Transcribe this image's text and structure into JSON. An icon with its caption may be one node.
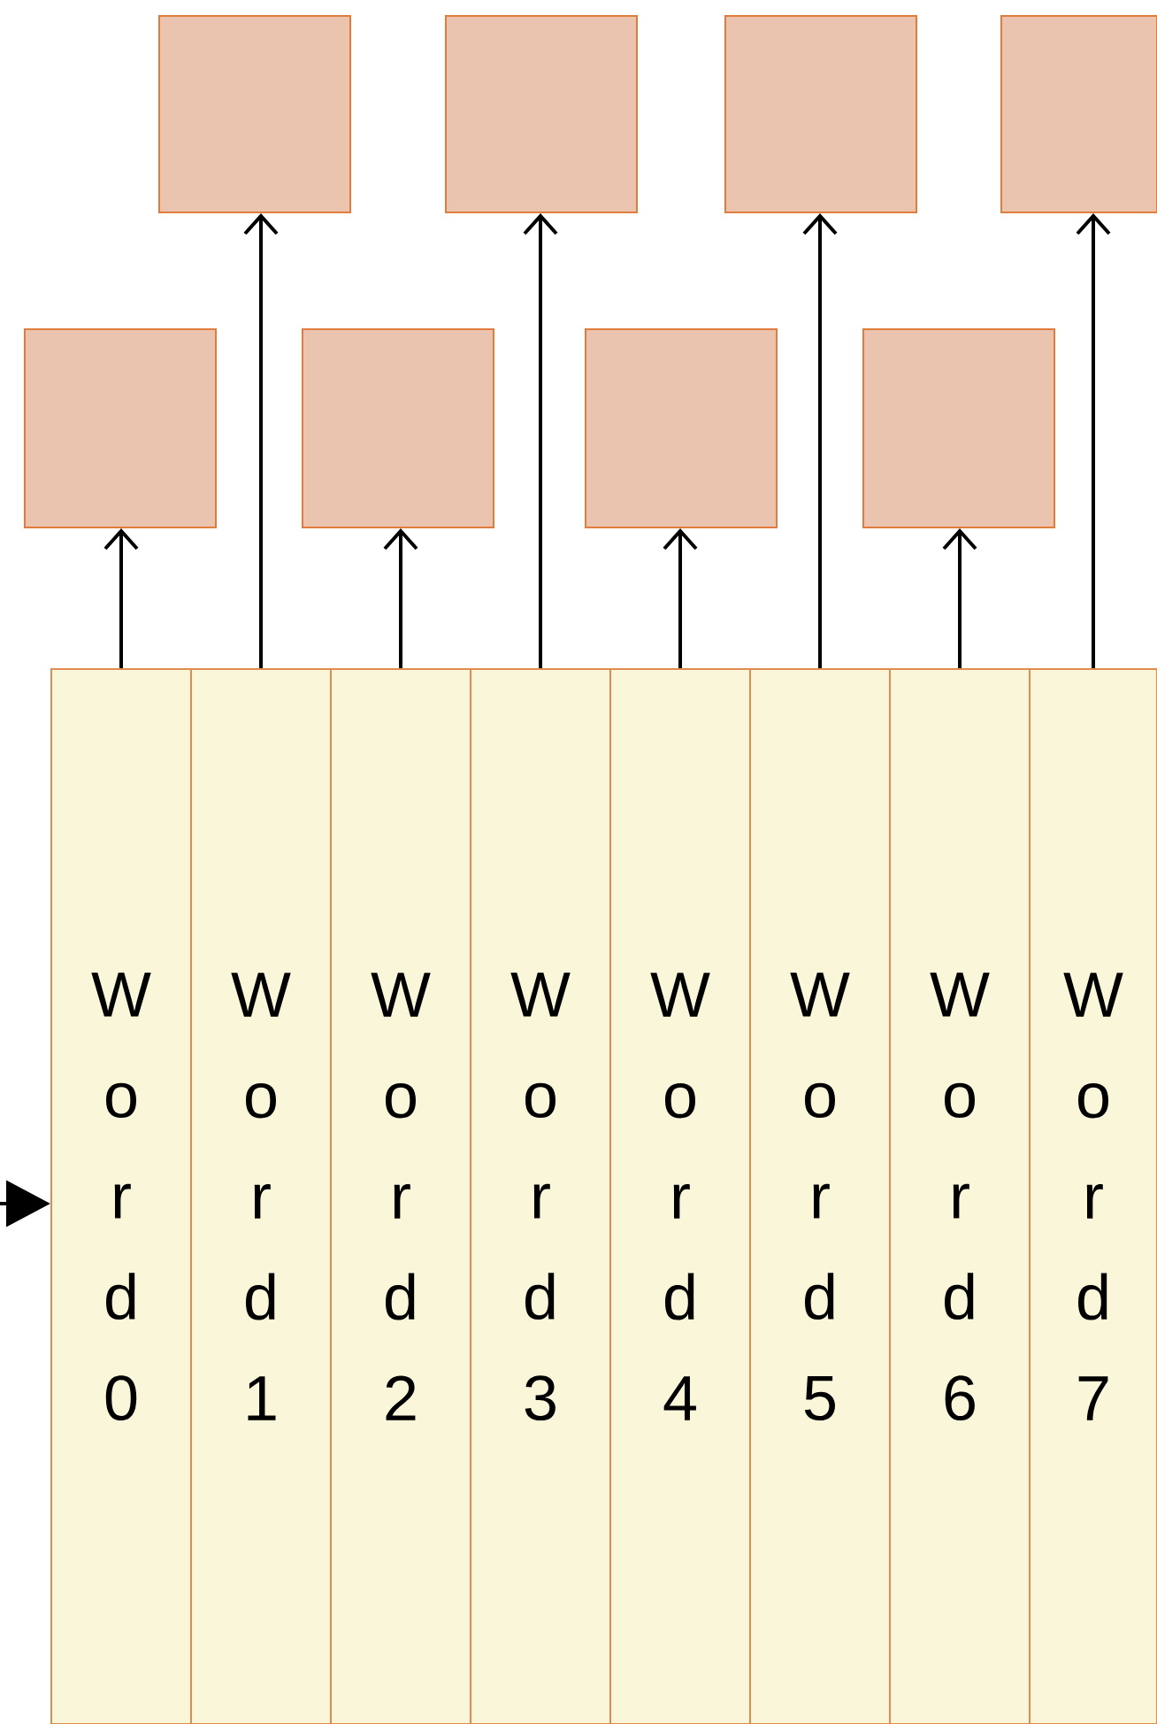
{
  "diagram": {
    "nodes": [
      {
        "text": [],
        "shape": "box"
      },
      {
        "text": [],
        "shape": "box"
      },
      {
        "text": [],
        "shape": "box"
      },
      {
        "text": [],
        "shape": "box"
      },
      {
        "text": [],
        "shape": "box"
      },
      {
        "text": [],
        "shape": "box"
      },
      {
        "text": [],
        "shape": "box"
      },
      {
        "text": [],
        "shape": "box"
      },
      {
        "text": [
          "Word0"
        ]
      },
      {
        "text": [
          "Word1"
        ]
      },
      {
        "text": [
          "Word2"
        ]
      },
      {
        "text": [
          "Word3"
        ]
      },
      {
        "text": [
          "Word4"
        ]
      },
      {
        "text": [
          "Word5"
        ]
      },
      {
        "text": [
          "Word6"
        ]
      },
      {
        "text": [
          "Word7"
        ]
      }
    ],
    "edges": [
      {
        "from": null,
        "to": 8,
        "arrow": "to"
      },
      {
        "from": 8,
        "to": 4,
        "arrow": "to"
      },
      {
        "from": 9,
        "to": 0,
        "arrow": "to"
      },
      {
        "from": 10,
        "to": 5,
        "arrow": "to"
      },
      {
        "from": 11,
        "to": 1,
        "arrow": "to"
      },
      {
        "from": 12,
        "to": 6,
        "arrow": "to"
      },
      {
        "from": 13,
        "to": 2,
        "arrow": "to"
      },
      {
        "from": 14,
        "to": 7,
        "arrow": "to"
      },
      {
        "from": 15,
        "to": 3,
        "arrow": "to"
      }
    ]
  }
}
